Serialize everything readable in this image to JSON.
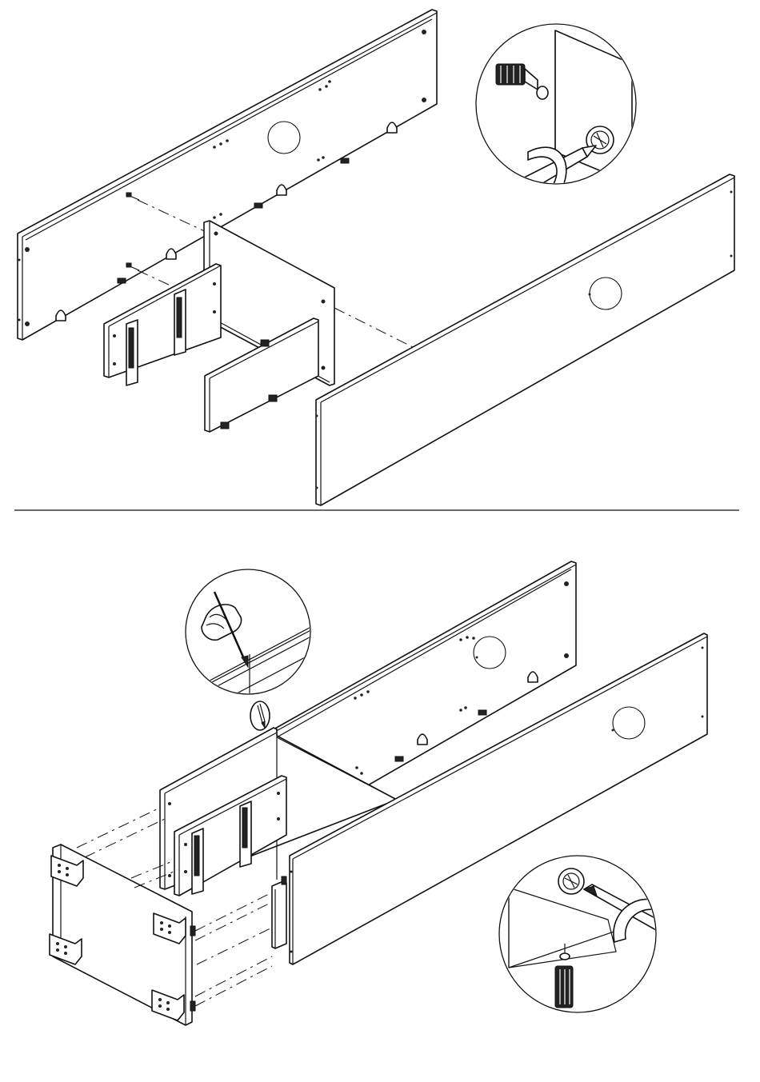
{
  "steps": [
    {
      "panel": "top",
      "callout": "cam-lock-screwdriver-detail"
    },
    {
      "panel": "bottom",
      "callout": "pencil-mark-detail"
    }
  ],
  "icons": [
    "screwdriver-icon",
    "cam-bolt-icon",
    "cam-lock-icon",
    "pencil-icon",
    "hand-icon",
    "rotation-arrow-icon"
  ]
}
